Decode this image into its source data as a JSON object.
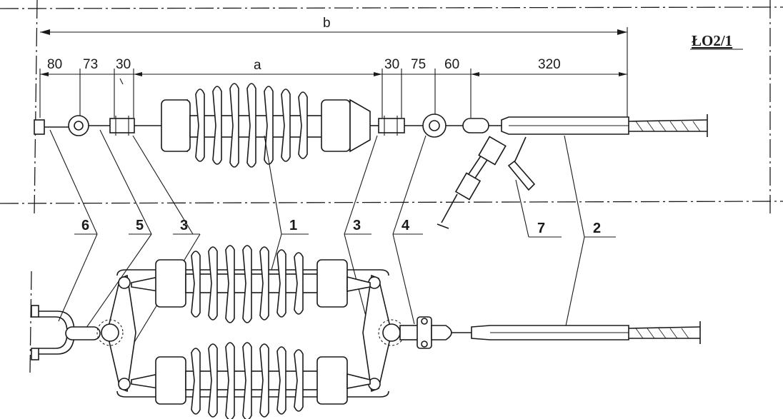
{
  "drawing_code": "ŁO2/1",
  "dimensions": {
    "b": "b",
    "a": "a",
    "d80": "80",
    "d73": "73",
    "d30_left": "30",
    "d30_right": "30",
    "d75": "75",
    "d60": "60",
    "d320": "320"
  },
  "callouts": {
    "c6": "6",
    "c5": "5",
    "c3_left": "3",
    "c1": "1",
    "c3_right": "3",
    "c4": "4",
    "c7": "7",
    "c2": "2"
  }
}
